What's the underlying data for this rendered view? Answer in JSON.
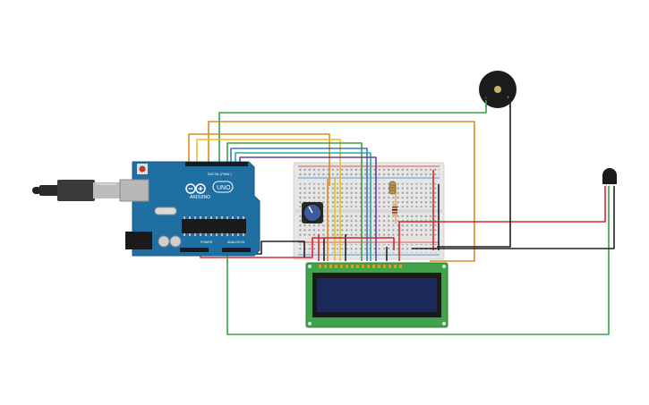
{
  "arduino": {
    "brand": "ARDUINO",
    "model": "UNO",
    "digital_label": "DIGITAL (PWM~)",
    "power_label": "POWER",
    "analog_label": "ANALOG IN"
  },
  "colors": {
    "board": "#1f6fa3",
    "breadboard": "#e8e8e8",
    "lcd_pcb": "#3fa34a",
    "lcd_screen": "#1c2a5a",
    "wire_green": "#3aa043",
    "wire_orange": "#e08a1e",
    "wire_yellow": "#e8c21a",
    "wire_red": "#d42a2a",
    "wire_black": "#222222",
    "wire_blue": "#3a74c8",
    "wire_teal": "#2fa6a0",
    "wire_purple": "#6a3fa0"
  },
  "components": [
    {
      "name": "arduino-uno",
      "label": "Arduino Uno"
    },
    {
      "name": "breadboard",
      "label": "Breadboard"
    },
    {
      "name": "lcd-16x2",
      "label": "LCD 16x2"
    },
    {
      "name": "piezo-buzzer",
      "label": "Piezo"
    },
    {
      "name": "potentiometer",
      "label": "Potentiometer"
    },
    {
      "name": "temperature-sensor",
      "label": "Temperature Sensor"
    },
    {
      "name": "photoresistor",
      "label": "Photoresistor"
    },
    {
      "name": "resistor",
      "label": "Resistor"
    }
  ]
}
